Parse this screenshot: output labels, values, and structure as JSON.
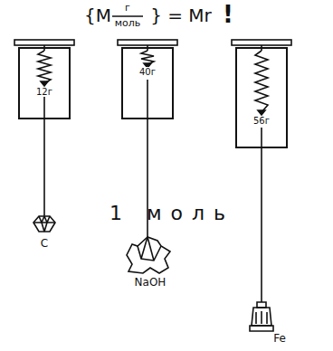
{
  "diagram": {
    "nodes": [
      {
        "text": [
          "12г"
        ]
      },
      {
        "text": [
          "40г"
        ]
      },
      {
        "text": [
          "56г"
        ]
      }
    ],
    "labels": [
      "{M",
      "г",
      "моль",
      "} = Mr",
      "!",
      "1 моль",
      "C",
      "NaOH",
      "Fe"
    ]
  }
}
